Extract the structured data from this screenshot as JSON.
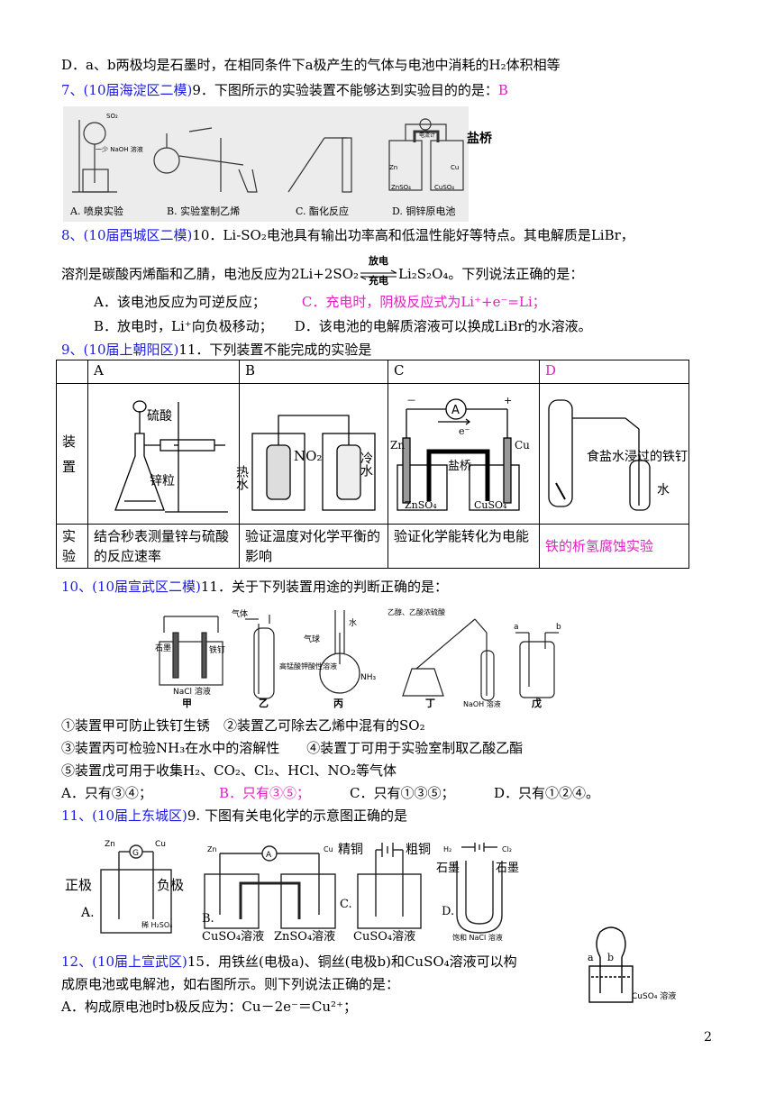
{
  "lines": {
    "d_prev": "D．a、b两极均是石墨时，在相同条件下a极产生的气体与电池中消耗的H₂体积相等",
    "q7_head": "7、(10届海淀区二模)",
    "q7_text": "9．下图所示的实验装置不能够达到实验目的的是：",
    "q7_ans": "B",
    "q8_head": "8、(10届西城区二模)",
    "q8_text1": "10．Li-SO₂电池具有输出功率高和低温性能好等特点。其电解质是LiBr，",
    "q8_text2a": "溶剂是碳酸丙烯酯和乙腈，电池反应为2Li+2SO₂",
    "q8_arrow_top": "放电",
    "q8_arrow_bot": "充电",
    "q8_text2b": "Li₂S₂O₄。下列说法正确的是：",
    "q8_A": "A．该电池反应为可逆反应；",
    "q8_C": "C．充电时，阴极反应式为Li⁺+e⁻=Li；",
    "q8_B": "B．放电时，Li⁺向负极移动；",
    "q8_D": "D．该电池的电解质溶液可以换成LiBr的水溶液。",
    "q9_head": "9、(10届上朝阳区)",
    "q9_text": "11．下列装置不能完成的实验是",
    "q10_head": "10、(10届宣武区二模)",
    "q10_text": "11．关于下列装置用途的判断正确的是：",
    "q10_s1": "①装置甲可防止铁钉生锈　②装置乙可除去乙烯中混有的SO₂",
    "q10_s2": "③装置丙可检验NH₃在水中的溶解性　　④装置丁可用于实验室制取乙酸乙酯",
    "q10_s3": "⑤装置戊可用于收集H₂、CO₂、Cl₂、HCl、NO₂等气体",
    "q10_A": "A．只有③④；",
    "q10_B": "B．只有③⑤；",
    "q10_C": "C．只有①③⑤；",
    "q10_D": "D．只有①②④。",
    "q11_head": "11、(10届上东城区)",
    "q11_text": "9. 下图有关电化学的示意图正确的是",
    "q12_head": "12、(10届上宣武区)",
    "q12_text1": "15．用铁丝(电极a)、铜丝(电极b)和CuSO₄溶液可以构",
    "q12_text2": "成原电池或电解池，如右图所示。则下列说法正确的是：",
    "q12_A": "A．构成原电池时b极反应为：Cu－2e⁻＝Cu²⁺；",
    "page": "2"
  },
  "q7_fig": {
    "so2": "SO₂",
    "naoh": "一少 NaOH 溶液",
    "elec": "电流计",
    "bridge": "盐桥",
    "zn": "Zn",
    "cu": "Cu",
    "znso4": "ZnSO₄",
    "cuso4": "CuSO₄",
    "cap_a": "A. 喷泉实验",
    "cap_b": "B. 实验室制乙烯",
    "cap_c": "C. 酯化反应",
    "cap_d": "D. 铜锌原电池"
  },
  "q9_table": {
    "hdr": [
      "A",
      "B",
      "C",
      "D"
    ],
    "row1_label": "装置",
    "row2_label": "实验",
    "exp": [
      "结合秒表测量锌与硫酸的反应速率",
      "验证温度对化学平衡的影响",
      "验证化学能转化为电能",
      "铁的析氢腐蚀实验"
    ],
    "fig_a": {
      "acid": "硫酸",
      "zn": "锌粒"
    },
    "fig_b": {
      "hot": "热水",
      "no2": "NO₂",
      "cold": "冷水"
    },
    "fig_c": {
      "a": "A",
      "e": "e⁻",
      "minus": "－",
      "plus": "+",
      "zn": "Zn",
      "cu": "Cu",
      "bridge": "盐桥",
      "znso4": "ZnSO₄",
      "cuso4": "CuSO₄"
    },
    "fig_d": {
      "nail": "食盐水浸过的铁钉",
      "water": "水"
    }
  },
  "q10_fig": {
    "jia": "甲",
    "yi": "乙",
    "bing": "丙",
    "ding": "丁",
    "wu": "戊",
    "graphite": "石墨",
    "nail": "铁钉",
    "nacl": "NaCl 溶液",
    "gas": "气体",
    "kmno4": "高锰酸钾酸性溶液",
    "balloon": "气球",
    "water": "水",
    "nh3": "NH₃",
    "reagent": "乙醇、乙酸浓硫酸",
    "naoh": "NaOH 溶液",
    "a": "a",
    "b": "b"
  },
  "q11_fig": {
    "zn": "Zn",
    "cu": "Cu",
    "g": "G",
    "pos": "正极",
    "neg": "负极",
    "h2so4": "稀 H₂SO₄",
    "a_lbl": "A.",
    "b_lbl": "B.",
    "c_lbl": "C.",
    "d_lbl": "D.",
    "amm": "A",
    "cuso4": "CuSO₄溶液",
    "znso4": "ZnSO₄溶液",
    "pure": "精铜",
    "crude": "粗铜",
    "h2": "H₂",
    "cl2": "Cl₂",
    "graphite1": "石墨",
    "graphite2": "石墨",
    "nacl": "饱和 NaCl 溶液"
  },
  "q12_fig": {
    "a": "a",
    "b": "b",
    "cuso4": "CuSO₄ 溶液"
  }
}
